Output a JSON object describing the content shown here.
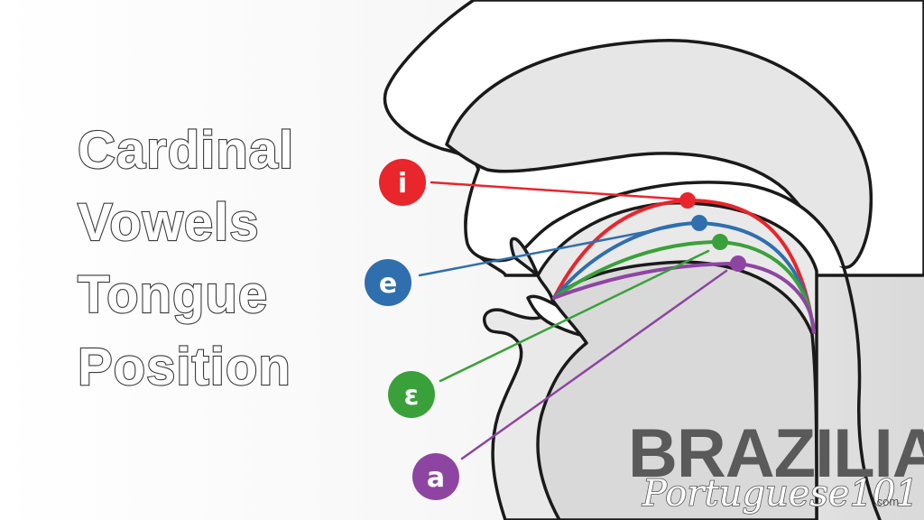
{
  "title": {
    "lines": [
      "Cardinal",
      "Vowels",
      "Tongue",
      "Position"
    ]
  },
  "vowels": [
    {
      "id": "i",
      "symbol": "i",
      "color": "#e8262b"
    },
    {
      "id": "e",
      "symbol": "e",
      "color": "#2f6fae"
    },
    {
      "id": "open-e",
      "symbol": "ɛ",
      "color": "#3aa13a"
    },
    {
      "id": "a",
      "symbol": "a",
      "color": "#8e45a2"
    }
  ],
  "logo": {
    "main": "BRAZILIAN",
    "sub": "Portuguese101",
    "domain": ".com"
  }
}
